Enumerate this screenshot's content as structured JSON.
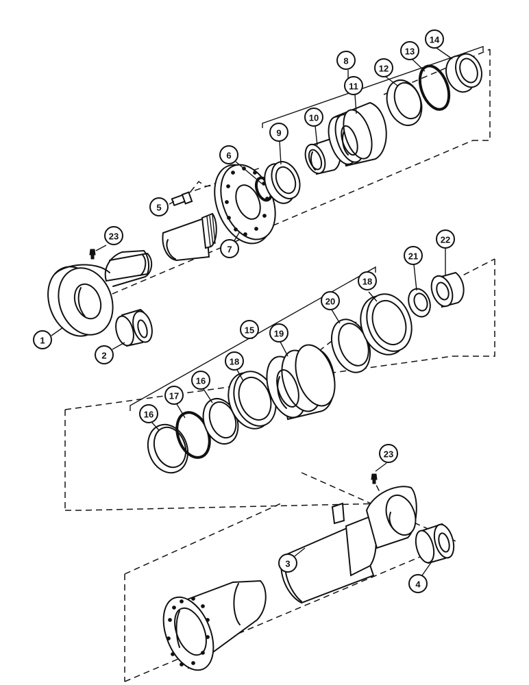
{
  "callouts": {
    "c1": "1",
    "c2": "2",
    "c3": "3",
    "c4": "4",
    "c5": "5",
    "c6": "6",
    "c7": "7",
    "c8": "8",
    "c9": "9",
    "c10": "10",
    "c11": "11",
    "c12": "12",
    "c13": "13",
    "c14": "14",
    "c15": "15",
    "c16a": "16",
    "c16b": "16",
    "c17": "17",
    "c18a": "18",
    "c18b": "18",
    "c19": "19",
    "c20": "20",
    "c21": "21",
    "c22": "22",
    "c23a": "23",
    "c23b": "23"
  }
}
